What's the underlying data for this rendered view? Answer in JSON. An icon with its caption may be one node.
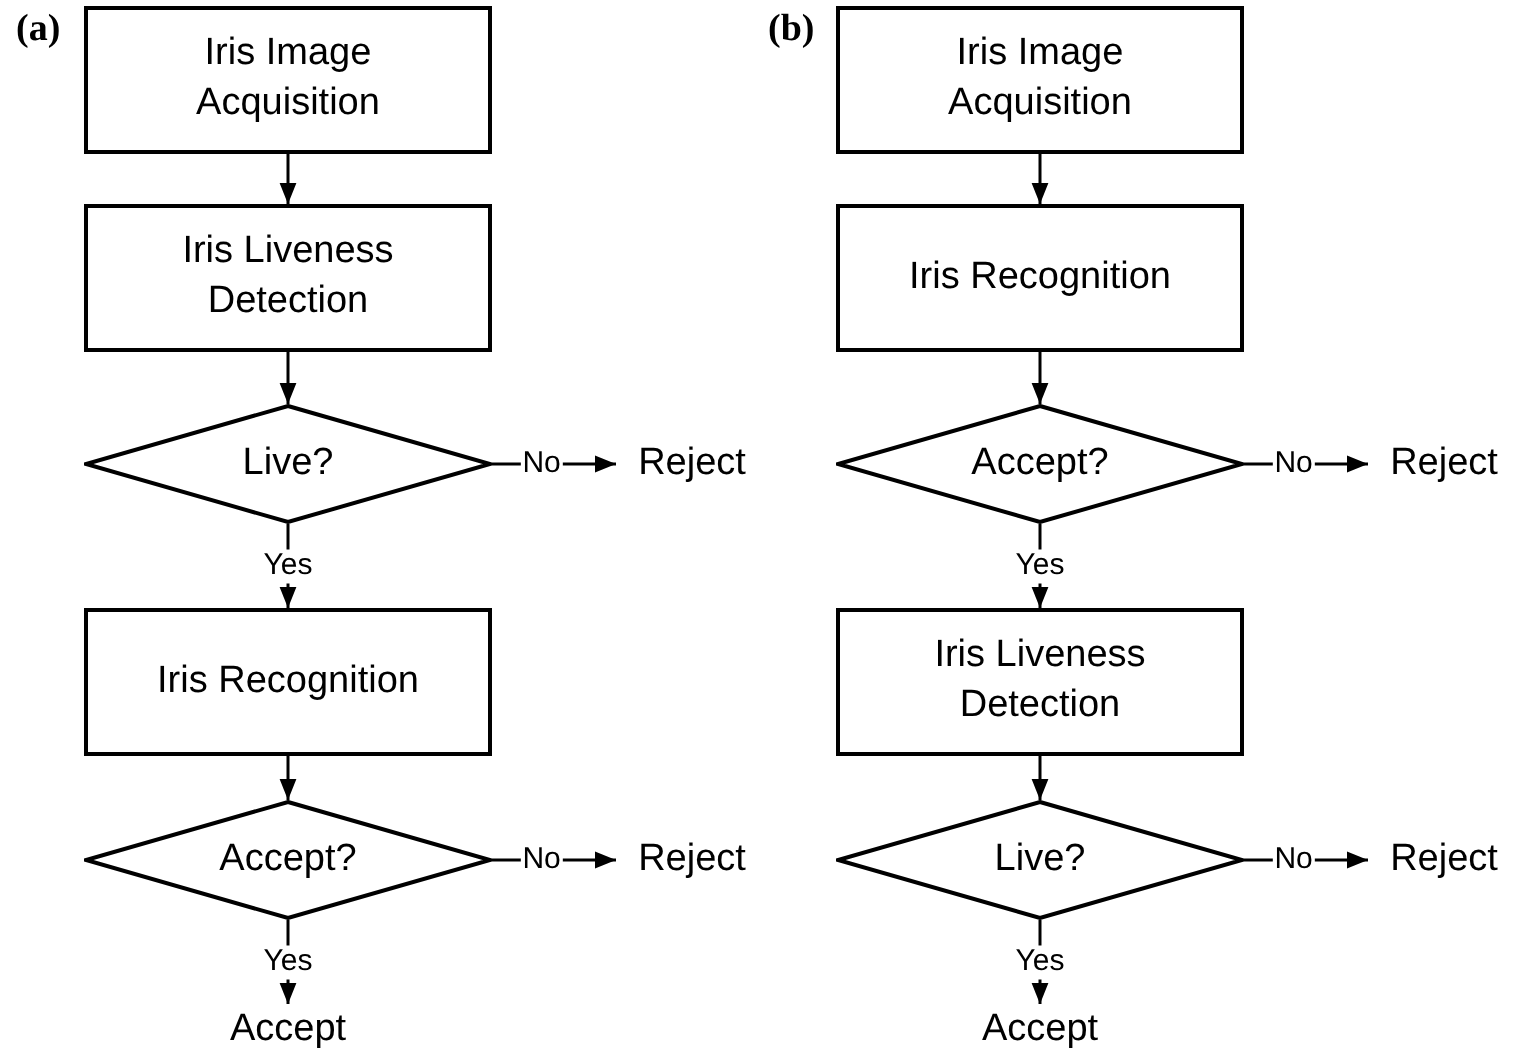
{
  "diagram": {
    "nodes": [
      {
        "text": [
          "Iris Image Acquisition"
        ]
      },
      {
        "text": [
          "Iris Liveness Detection"
        ]
      },
      {
        "text": [
          "Live?"
        ]
      },
      {
        "text": [
          "Reject"
        ]
      },
      {
        "text": [
          "Iris Recognition"
        ]
      },
      {
        "text": [
          "Accept?"
        ]
      },
      {
        "text": [
          "Reject"
        ]
      },
      {
        "text": [
          "Accept"
        ]
      },
      {
        "text": [
          "Iris Image Acquisition"
        ]
      },
      {
        "text": [
          "Iris Recognition"
        ]
      },
      {
        "text": [
          "Accept?"
        ]
      },
      {
        "text": [
          "Reject"
        ]
      },
      {
        "text": [
          "Iris Liveness Detection"
        ]
      },
      {
        "text": [
          "Live?"
        ]
      },
      {
        "text": [
          "Reject"
        ]
      },
      {
        "text": [
          "Accept"
        ]
      }
    ],
    "edges": [
      {
        "from": 0,
        "to": 1,
        "arrow": "to"
      },
      {
        "from": 1,
        "to": 2,
        "arrow": "to"
      },
      {
        "from": 2,
        "to": 3,
        "arrow": "to",
        "label": "No"
      },
      {
        "from": 2,
        "to": 4,
        "arrow": "to",
        "label": "Yes"
      },
      {
        "from": 4,
        "to": 5,
        "arrow": "to"
      },
      {
        "from": 5,
        "to": 6,
        "arrow": "to",
        "label": "No"
      },
      {
        "from": 5,
        "to": 7,
        "arrow": "to",
        "label": "Yes"
      },
      {
        "from": 8,
        "to": 9,
        "arrow": "to"
      },
      {
        "from": 9,
        "to": 10,
        "arrow": "to"
      },
      {
        "from": 10,
        "to": 11,
        "arrow": "to",
        "label": "No"
      },
      {
        "from": 10,
        "to": 12,
        "arrow": "to",
        "label": "Yes"
      },
      {
        "from": 12,
        "to": 13,
        "arrow": "to"
      },
      {
        "from": 13,
        "to": 14,
        "arrow": "to",
        "label": "No"
      },
      {
        "from": 13,
        "to": 15,
        "arrow": "to",
        "label": "Yes"
      }
    ],
    "labels": [
      "(a)",
      "(b)"
    ]
  }
}
